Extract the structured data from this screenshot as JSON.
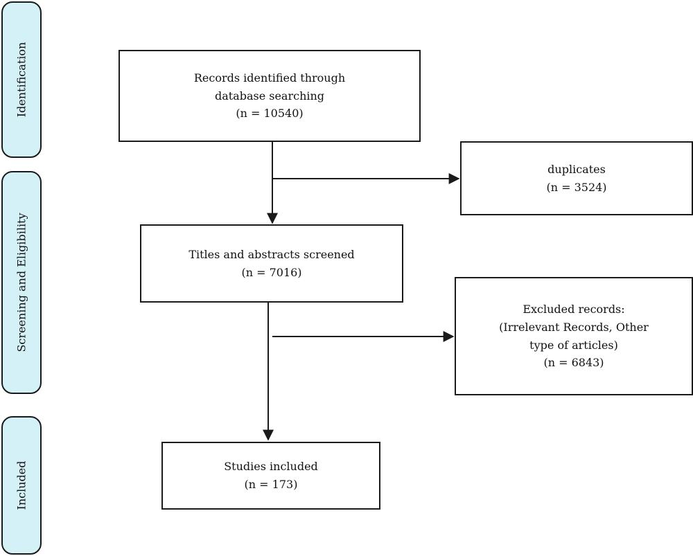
{
  "phases": {
    "identification": "Identification",
    "screening": "Screening and Eligibility",
    "included": "Included"
  },
  "boxes": {
    "records_identified": {
      "line1": "Records identified through",
      "line2": "database searching",
      "count": "(n = 10540)"
    },
    "duplicates": {
      "line1": "duplicates",
      "count": "(n = 3524)"
    },
    "screened": {
      "line1": "Titles and abstracts screened",
      "count": "(n = 7016)"
    },
    "excluded": {
      "line1": "Excluded records:",
      "line2": "(Irrelevant Records, Other",
      "line3": "type of articles)",
      "count": "(n = 6843)"
    },
    "included": {
      "line1": "Studies included",
      "count": "(n = 173)"
    }
  },
  "colors": {
    "phase_fill": "#d4f1f8",
    "stroke": "#1a1a1a"
  }
}
